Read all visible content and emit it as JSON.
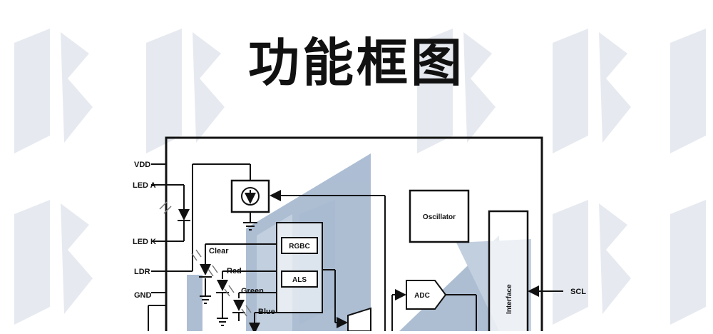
{
  "title": "功能框图",
  "pins": {
    "vdd": "VDD",
    "led_a": "LED A",
    "led_k": "LED K",
    "ldr": "LDR",
    "gnd": "GND",
    "scl": "SCL"
  },
  "photodiodes": {
    "clear": "Clear",
    "red": "Red",
    "green": "Green",
    "blue": "Blue"
  },
  "blocks": {
    "oscillator": "Oscillator",
    "rgbc": "RGBC",
    "als": "ALS",
    "adc": "ADC",
    "interface": "Interface"
  },
  "colors": {
    "watermark": "#e6eaf0",
    "chip_overlay": "#9fb3cc",
    "line": "#111111"
  }
}
